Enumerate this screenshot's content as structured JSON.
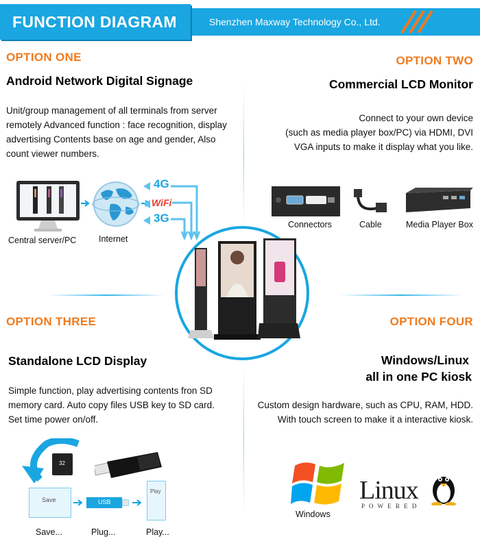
{
  "header": {
    "title": "FUNCTION DIAGRAM",
    "company": "Shenzhen Maxway Technology Co., Ltd."
  },
  "option1": {
    "label": "OPTION ONE",
    "title": "Android Network Digital Signage",
    "lines": [
      "Unit/group management of all terminals from server",
      "remotely Advanced function : face recognition, display",
      "advertising Contents base on age and gender, Also",
      "count viewer numbers."
    ],
    "captions": {
      "server": "Central server/PC",
      "internet": "Internet"
    },
    "network": {
      "g4": "4G",
      "wifi": "WiFi",
      "g3": "3G"
    }
  },
  "option2": {
    "label": "OPTION TWO",
    "title": "Commercial LCD Monitor",
    "lines": [
      "Connect to your own device",
      "(such as media player box/PC) via HDMI, DVI",
      "VGA inputs to make it display what you like."
    ],
    "captions": {
      "connectors": "Connectors",
      "cable": "Cable",
      "box": "Media Player Box"
    }
  },
  "option3": {
    "label": "OPTION THREE",
    "title": "Standalone LCD Display",
    "lines": [
      "Simple function, play advertising contents fron SD",
      "memory card. Auto copy files USB key to SD card.",
      "Set time power on/off."
    ],
    "screen_labels": {
      "save": "Save",
      "usb": "USB",
      "play": "Play",
      "sd": "32"
    },
    "captions": {
      "save": "Save...",
      "plug": "Plug...",
      "play": "Play..."
    }
  },
  "option4": {
    "label": "OPTION FOUR",
    "title_line1": "Windows/Linux",
    "title_line2": "all in one PC kiosk",
    "lines": [
      "Custom design hardware, such as CPU, RAM, HDD.",
      "With touch screen to make it a interactive kiosk."
    ],
    "windows": "Windows",
    "linux": "Linux",
    "linux_sub": "P O W E R E D"
  },
  "colors": {
    "accent": "#1aa6e1",
    "orange": "#f07a1d"
  }
}
